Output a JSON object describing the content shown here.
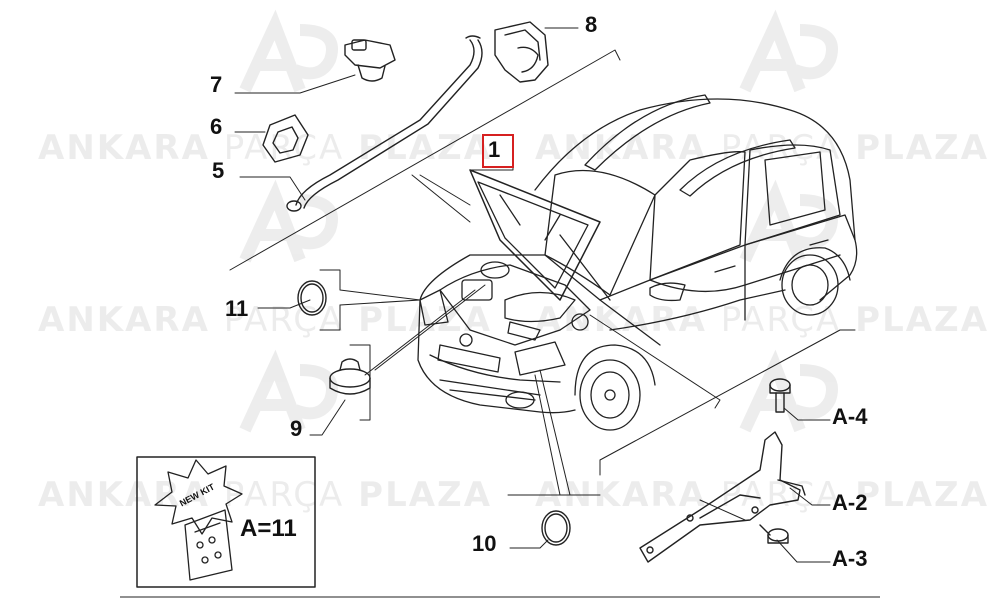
{
  "watermark": {
    "part1": "ANKARA",
    "part2": "PARÇA",
    "part3": "PLAZA"
  },
  "callouts": {
    "c1": "1",
    "c5": "5",
    "c6": "6",
    "c7": "7",
    "c8": "8",
    "c9": "9",
    "c10": "10",
    "c11": "11",
    "a2": "A-2",
    "a3": "A-3",
    "a4": "A-4"
  },
  "kit": {
    "badge": "NEW KIT",
    "label": "A=11"
  },
  "colors": {
    "highlight": "#d62020",
    "lines": "#222222"
  }
}
